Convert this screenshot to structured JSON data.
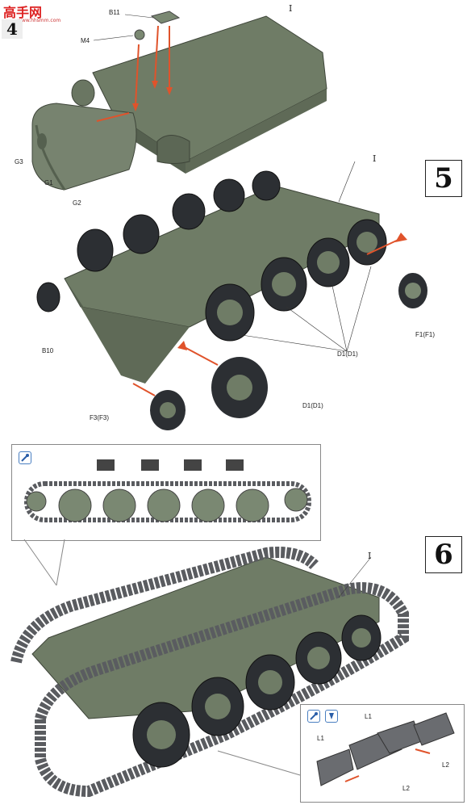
{
  "watermark": {
    "title": "高手网",
    "url": "www.hhsmm.com"
  },
  "step4": {
    "number": "4",
    "labels": {
      "b11": "B11",
      "i": "I",
      "m4": "M4",
      "g3": "G3",
      "g1": "G1",
      "g2": "G2"
    }
  },
  "step5": {
    "number": "5",
    "labels": {
      "i": "I",
      "b10": "B10",
      "f1": "F1(F1)",
      "d1a": "D1(D1)",
      "d1b": "D1(D1)",
      "f3": "F3(F3)"
    }
  },
  "step6": {
    "number": "6",
    "labels": {
      "i": "I",
      "l1a": "L1",
      "l1b": "L1",
      "l2a": "L2",
      "l2b": "L2"
    }
  },
  "icons": {
    "paint": "paint-brush-icon",
    "glue": "glue-icon"
  },
  "colors": {
    "hull": "#6f7c66",
    "hull_dark": "#55604f",
    "wheel": "#2c2f33",
    "arrow": "#e0532b",
    "track": "#5a5c60"
  }
}
